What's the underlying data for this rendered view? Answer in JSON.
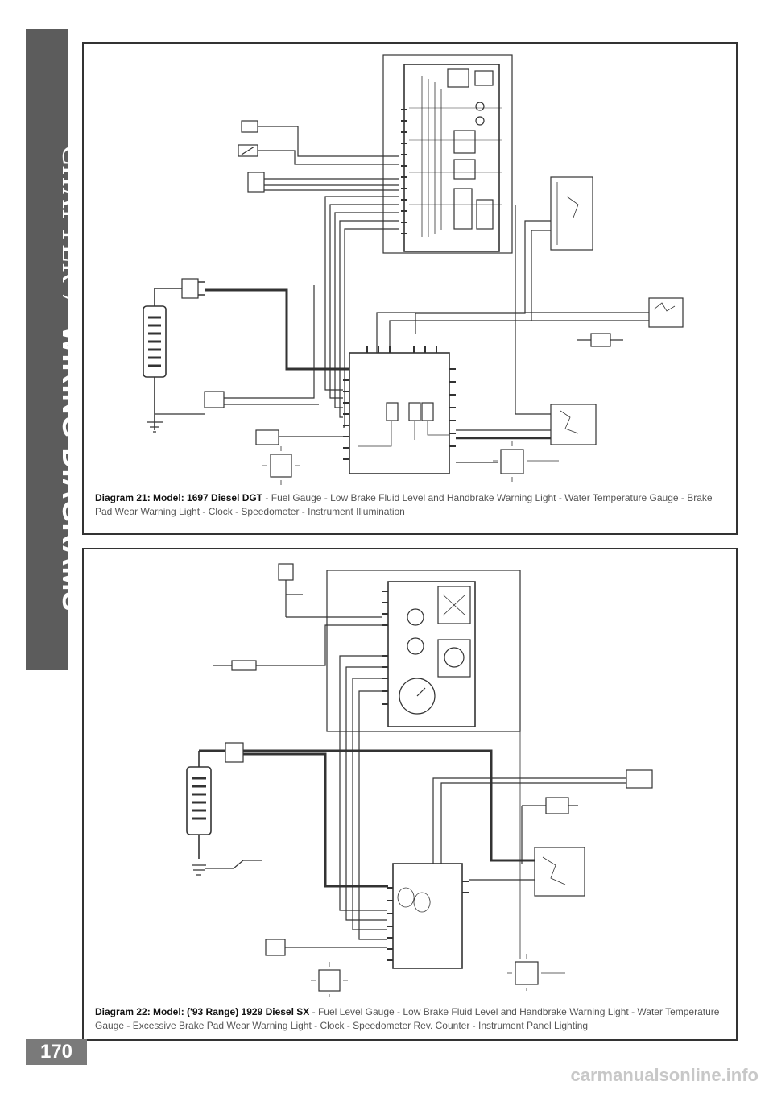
{
  "sidebar": {
    "chapter": "CHAPTER 7",
    "section": "WIRING DIAGRAMS"
  },
  "page_number": "170",
  "diagram_21": {
    "title": "Diagram 21: Model: 1697 Diesel DGT",
    "description": " - Fuel Gauge - Low Brake Fluid Level and Handbrake Warning Light - Water Temperature Gauge - Brake Pad Wear Warning Light - Clock - Speedometer - Instrument Illumination"
  },
  "diagram_22": {
    "title": "Diagram 22: Model: ('93 Range) 1929 Diesel SX",
    "description": " - Fuel Level Gauge - Low Brake Fluid Level and Handbrake Warning Light - Water Temperature Gauge - Excessive Brake Pad Wear Warning Light - Clock - Speedometer Rev. Counter - Instrument Panel Lighting"
  },
  "watermark": "carmanualsonline.info",
  "colors": {
    "sidebar_bg": "#5c5c5c",
    "page_badge_bg": "#7a7a7a",
    "line": "#333333"
  }
}
